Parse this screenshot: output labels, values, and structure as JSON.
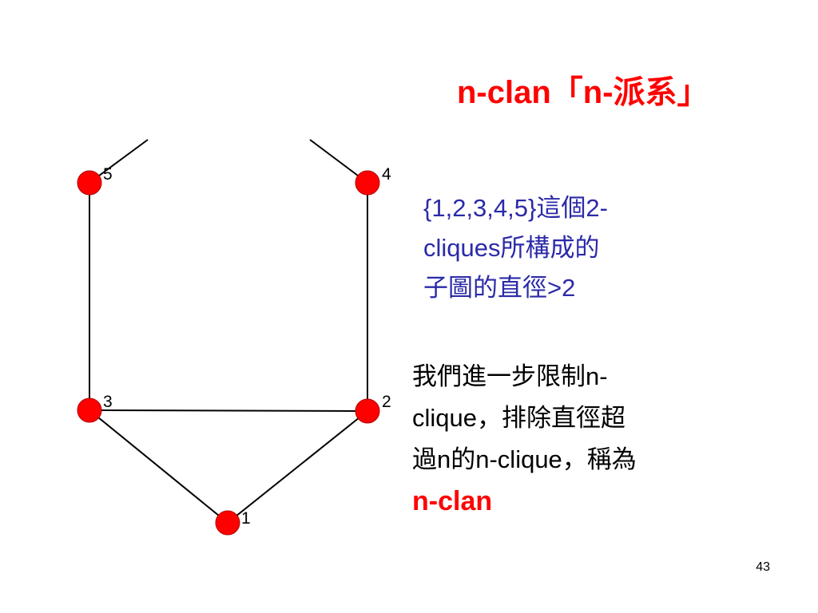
{
  "slide": {
    "title": "n-clan「n-派系」",
    "page_number": "43"
  },
  "colors": {
    "title": "#ff0000",
    "node_fill": "#ff0000",
    "node_stroke": "#b00000",
    "edge": "#000000",
    "note_blue": "#2b2aa8",
    "emphasis": "#ff0000"
  },
  "graph": {
    "nodes": [
      {
        "id": "1",
        "label": "1"
      },
      {
        "id": "2",
        "label": "2"
      },
      {
        "id": "3",
        "label": "3"
      },
      {
        "id": "4",
        "label": "4"
      },
      {
        "id": "5",
        "label": "5"
      }
    ],
    "edges": [
      [
        "1",
        "2"
      ],
      [
        "1",
        "3"
      ],
      [
        "2",
        "3"
      ],
      [
        "2",
        "4"
      ],
      [
        "3",
        "5"
      ]
    ]
  },
  "note_diameter": {
    "line1": "{1,2,3,4,5}這個2-",
    "line2": "cliques所構成的",
    "line3": "子圖的直徑>2"
  },
  "note_definition": {
    "line1": "我們進一步限制n-",
    "line2": "clique，排除直徑超",
    "line3": "過n的n-clique，稱為",
    "emphasis": "n-clan"
  }
}
